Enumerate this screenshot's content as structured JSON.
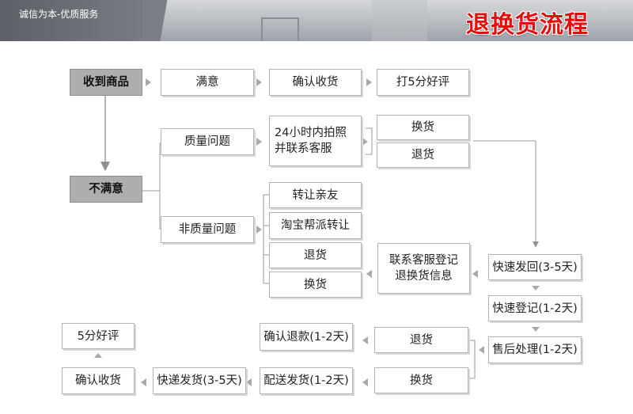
{
  "header": {
    "slogan": "诚信为本-优质服务",
    "title": "退换货流程",
    "title_color": "#e20f0f"
  },
  "nodes": {
    "receive": "收到商品",
    "satisfied": "满意",
    "confirm_receipt_top": "确认收货",
    "five_star_top": "打5分好评",
    "quality_issue": "质量问题",
    "photo_contact": [
      "24小时内拍照",
      "并联系客服"
    ],
    "exchange_1": "换货",
    "return_1": "退货",
    "not_satisfied": "不满意",
    "non_quality_issue": "非质量问题",
    "transfer_friends": "转让亲友",
    "taobao_transfer": "淘宝帮派转让",
    "return_2": "退货",
    "exchange_2": "换货",
    "register_info": [
      "联系客服登记",
      "退换货信息"
    ],
    "express_return": "快速发回(3-5天)",
    "express_register": "快速登记(1-2天)",
    "after_sales": "售后处理(1-2天)",
    "return_3": "退货",
    "confirm_refund": "确认退款(1-2天)",
    "exchange_3": "换货",
    "ship_out": "配送发货(1-2天)",
    "express_ship": "快递发货(3-5天)",
    "confirm_receipt_bottom": "确认收货",
    "five_star_bottom": "5分好评"
  }
}
